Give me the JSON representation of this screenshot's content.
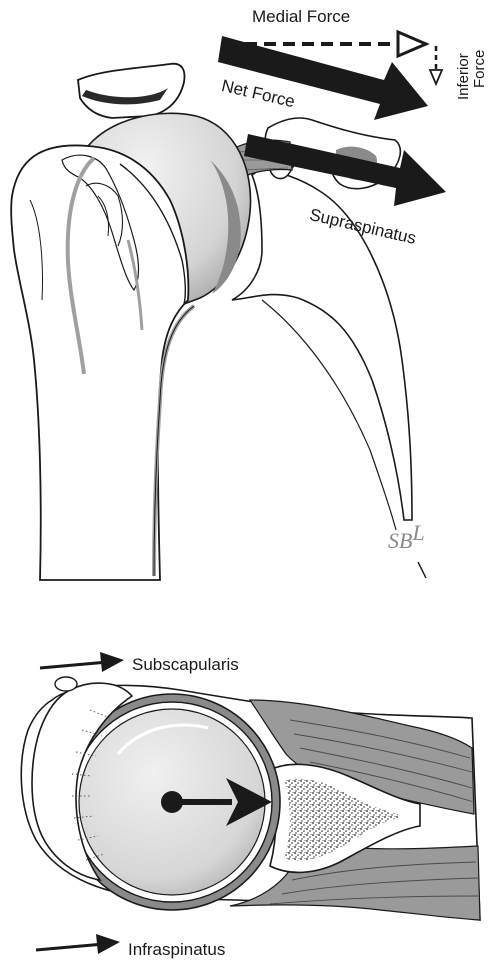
{
  "labels": {
    "medial_force": "Medial Force",
    "net_force": "Net Force",
    "inferior": "Inferior",
    "force": "Force",
    "supraspinatus": "Supraspinatus",
    "subscapularis": "Subscapularis",
    "infraspinatus": "Infraspinatus"
  },
  "signature": {
    "base": "SB",
    "sup": "L"
  },
  "colors": {
    "ink": "#1a1a1a",
    "bone_fill": "#ffffff",
    "cartilage": "#d9d9d9",
    "muscle": "#9a9a9a",
    "outline_gray": "#a0a0a0"
  }
}
